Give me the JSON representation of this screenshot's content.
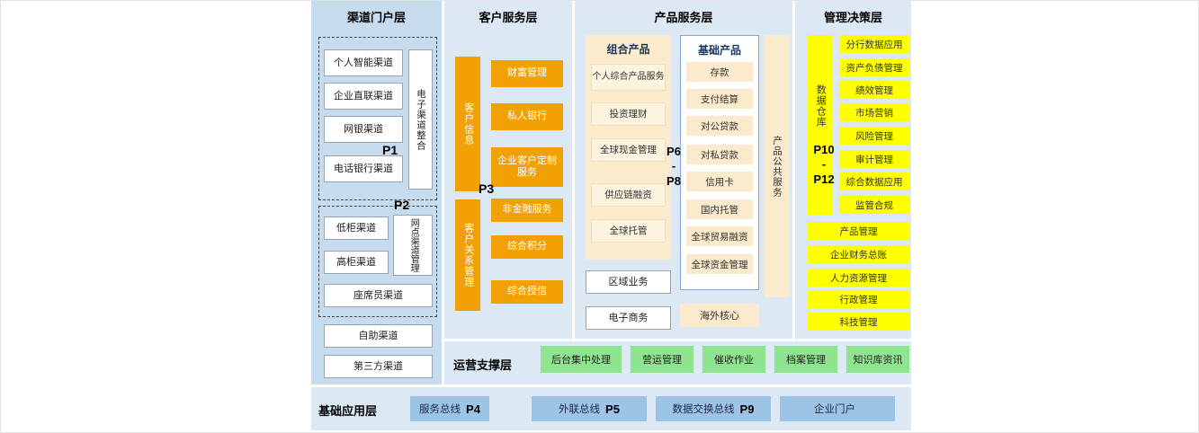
{
  "colors": {
    "panel_bg": "#dce8f4",
    "channel_bg": "#c7dbee",
    "orange": "#f2a104",
    "cream_panel": "#fbeacb",
    "yellow": "#ffff00",
    "green": "#8fe48f",
    "blue": "#9dc3e6"
  },
  "channel": {
    "title": "渠道门户层",
    "p1": {
      "label": "P1",
      "items": [
        "个人智能渠道",
        "企业直联渠道",
        "网银渠道",
        "电话银行渠道"
      ],
      "vertical": "电子渠道整合"
    },
    "p2": {
      "label": "P2",
      "items": [
        "低柜渠道",
        "高柜渠道"
      ],
      "vertical": "网点渠道管理",
      "bottom": "座席员渠道"
    },
    "extra": [
      "自助渠道",
      "第三方渠道"
    ]
  },
  "customer": {
    "title": "客户服务层",
    "p3_label": "P3",
    "bar1": "客户信息",
    "bar1_items": [
      "财富管理",
      "私人银行",
      "企业客户定制服务"
    ],
    "bar2": "客户关系管理",
    "bar2_items": [
      "非金融服务",
      "综合积分",
      "综合授信"
    ]
  },
  "product": {
    "title": "产品服务层",
    "combo": {
      "header": "组合产品",
      "items": [
        "个人综合产品服务",
        "投资理财",
        "全球现金管理",
        "供应链融资",
        "全球托管"
      ]
    },
    "basic": {
      "header": "基础产品",
      "items": [
        "存款",
        "支付结算",
        "对公贷款",
        "对私贷款",
        "信用卡",
        "国内托管",
        "全球贸易融资",
        "全球资金管理"
      ]
    },
    "p_top": "P6",
    "p_sep": "-",
    "p_bottom": "P8",
    "vertical": "产品公共服务",
    "left_bottom": [
      "区域业务",
      "电子商务"
    ],
    "right_bottom": "海外核心"
  },
  "management": {
    "title": "管理决策层",
    "vertical": "数据仓库",
    "p_top": "P10",
    "p_sep": "-",
    "p_bottom": "P12",
    "warehouse_items": [
      "分行数据应用",
      "资产负债管理",
      "绩效管理",
      "市场营销",
      "风险管理",
      "审计管理",
      "综合数据应用",
      "监管合规"
    ],
    "wide_items": [
      "产品管理",
      "企业财务总账",
      "人力资源管理",
      "行政管理",
      "科技管理"
    ]
  },
  "operations": {
    "title": "运营支撑层",
    "items": [
      "后台集中处理",
      "营运管理",
      "催收作业",
      "档案管理",
      "知识库资讯"
    ]
  },
  "base": {
    "title": "基础应用层",
    "items": [
      {
        "label": "服务总线",
        "p": "P4"
      },
      {
        "label": "外联总线",
        "p": "P5"
      },
      {
        "label": "数据交换总线",
        "p": "P9"
      },
      {
        "label": "企业门户",
        "p": ""
      }
    ]
  }
}
